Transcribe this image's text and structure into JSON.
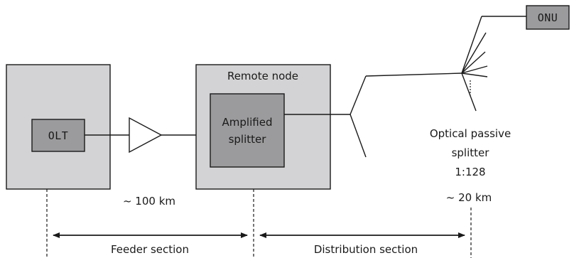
{
  "nodes": {
    "olt": "OLT",
    "onu": "ONU",
    "remote_node": "Remote node",
    "amplified_splitter": [
      "Amplified",
      "splitter"
    ],
    "passive_splitter": [
      "Optical passive",
      "splitter",
      "1:128"
    ]
  },
  "distances": {
    "feeder": "~ 100 km",
    "distribution": "~ 20 km"
  },
  "sections": {
    "feeder": "Feeder section",
    "distribution": "Distribution section"
  },
  "colors": {
    "box_light": "#d3d3d5",
    "box_dark": "#9b9b9d",
    "stroke": "#1a1a1a"
  }
}
